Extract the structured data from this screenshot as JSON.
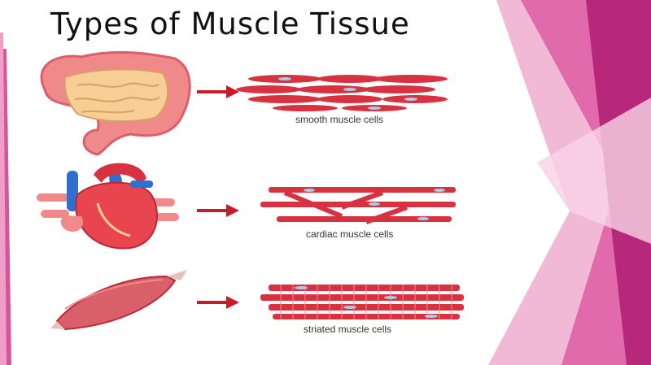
{
  "title": "Types of Muscle Tissue",
  "rows": [
    {
      "organ": "intestine",
      "caption": "smooth muscle cells"
    },
    {
      "organ": "heart",
      "caption": "cardiac muscle cells"
    },
    {
      "organ": "skeletal-muscle",
      "caption": "striated muscle cells"
    }
  ],
  "colors": {
    "muscle_red": "#d8313f",
    "arrow_red": "#c41e2a",
    "intestine_pink": "#f08a8a",
    "intestine_fill": "#f7cf96",
    "vessel_blue": "#2f6fd0",
    "accent_magenta": "#c0307e"
  }
}
